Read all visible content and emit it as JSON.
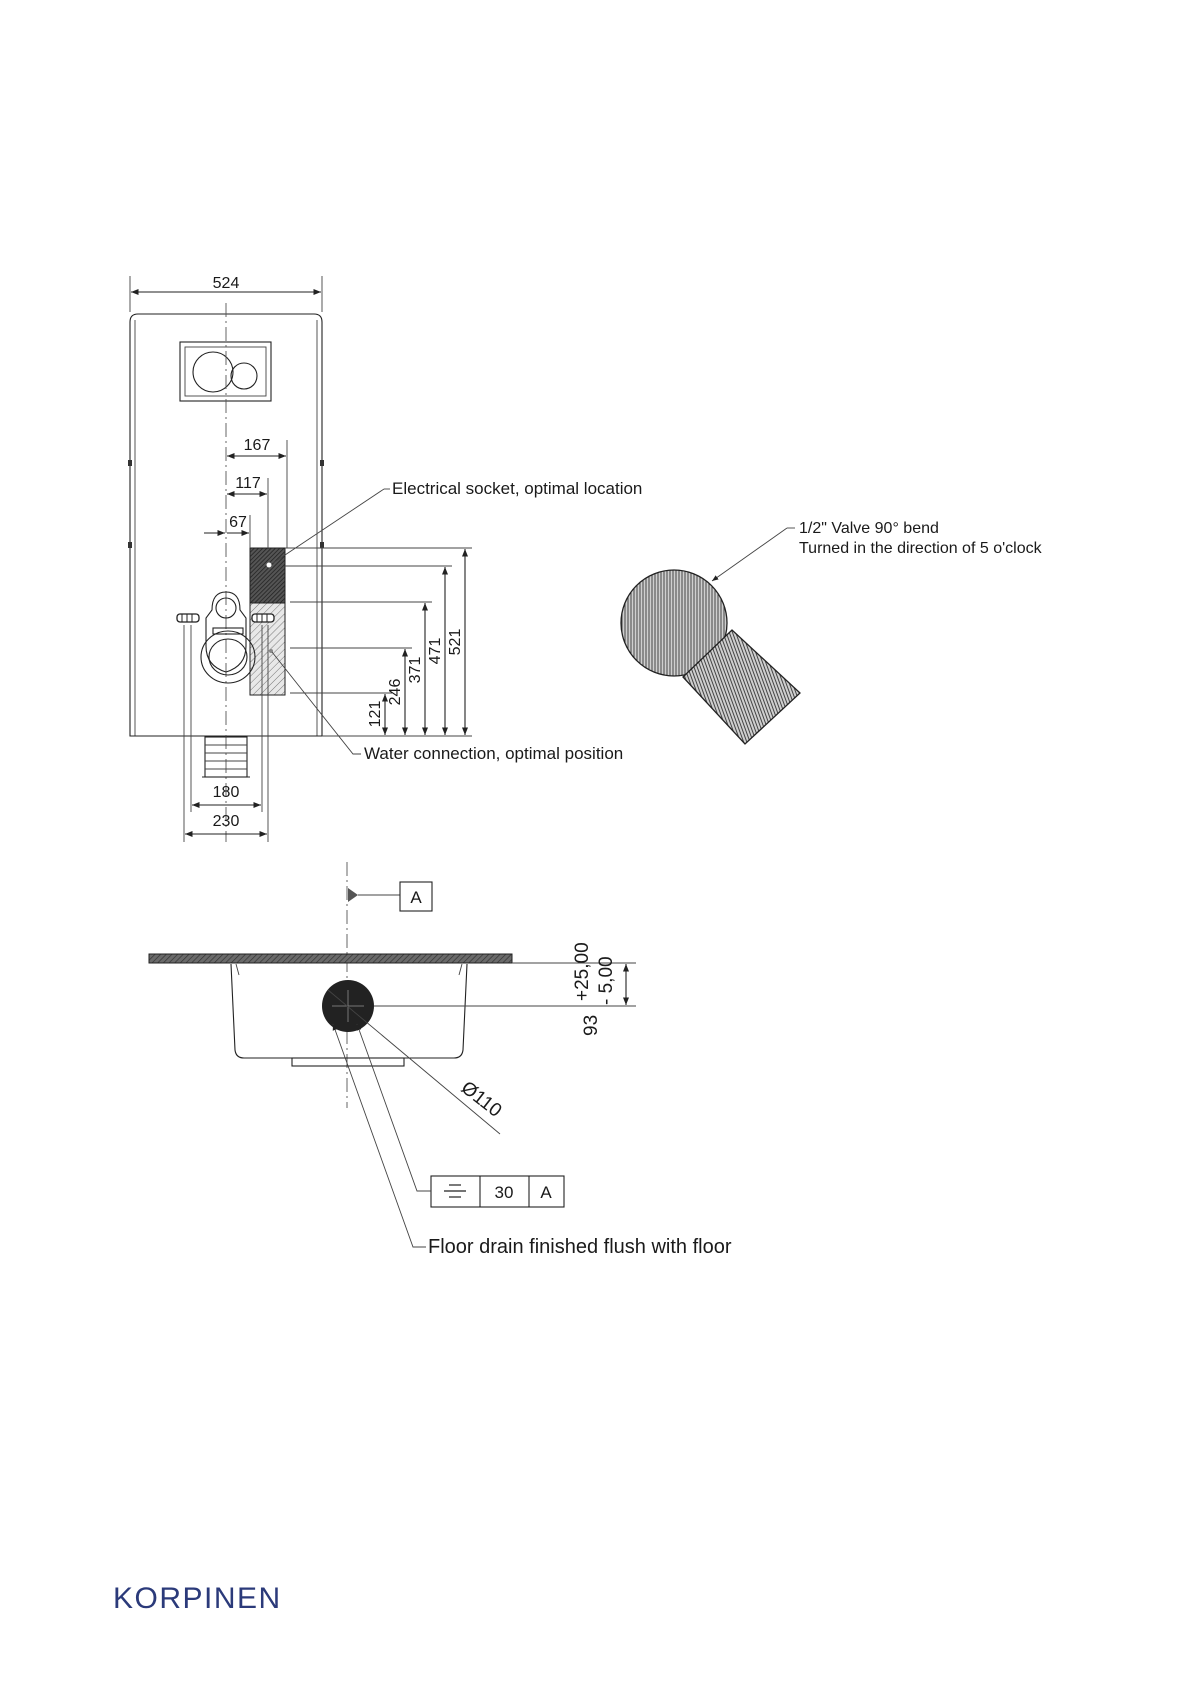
{
  "front_view": {
    "dims": {
      "width": "524",
      "d167": "167",
      "d117": "117",
      "d67": "67",
      "d180": "180",
      "d230": "230",
      "h121": "121",
      "h246": "246",
      "h371": "371",
      "h471": "471",
      "h521": "521"
    },
    "labels": {
      "socket": "Electrical socket, optimal location",
      "water": "Water connection, optimal position"
    }
  },
  "valve_view": {
    "label_line1": "1/2\" Valve 90° bend",
    "label_line2": "Turned in the direction of 5 o'clock"
  },
  "section_view": {
    "datum": "A",
    "diameter": "Ø110",
    "height_dim": "93",
    "tol_plus": "+25,00",
    "tol_minus": "-  5,00",
    "fcf_value": "30",
    "fcf_datum": "A",
    "fcf_symbol": "symmetry-icon",
    "drain_label": "Floor drain finished flush with floor"
  },
  "brand": "KORPINEN",
  "colors": {
    "brand": "#2b3a7a",
    "line": "#222222"
  }
}
